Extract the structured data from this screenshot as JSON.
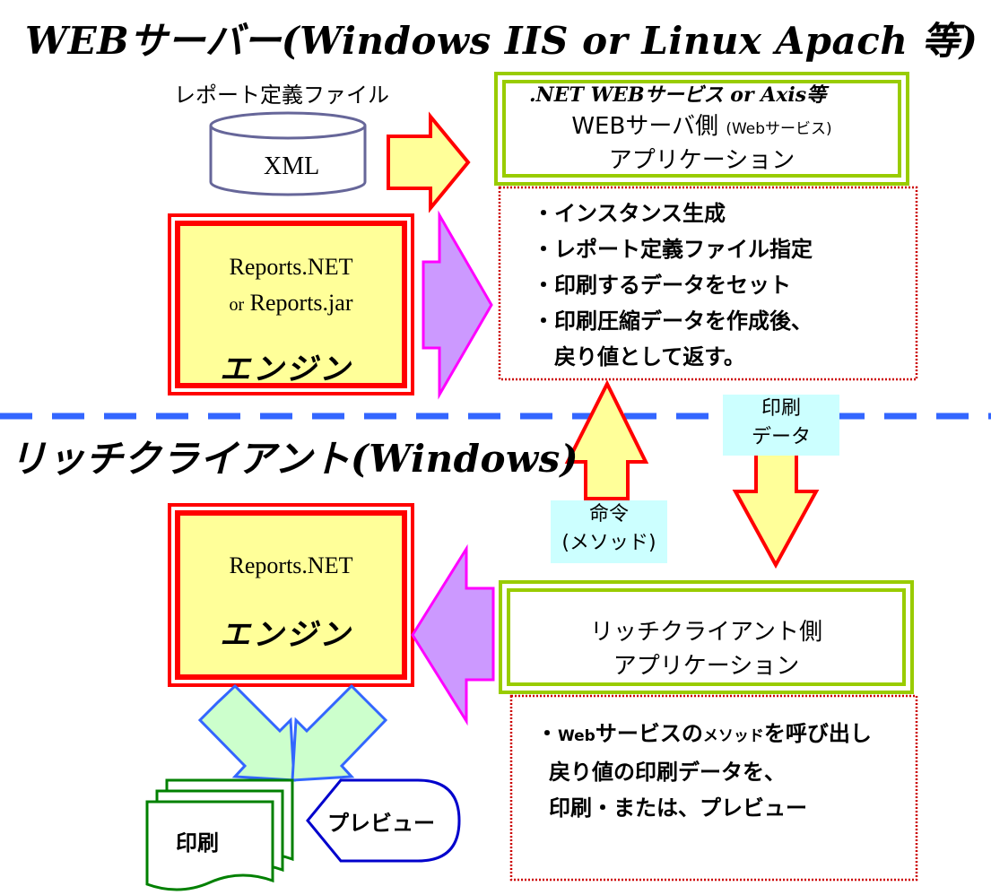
{
  "server_section": {
    "heading": "WEBサーバー(Windows IIS or Linux Apach 等)",
    "definition_file_label": "レポート定義ファイル",
    "database_label": "XML",
    "engine_line1": "Reports.NET",
    "engine_line2_small": "or",
    "engine_line2": "Reports.jar",
    "engine_label": "エンジン",
    "webservice_title": ".NET WEBサービス or Axis等",
    "app_line1": "WEBサーバ側",
    "app_line1_small": "(Webサービス)",
    "app_line2": "アプリケーション",
    "steps": [
      "・インスタンス生成",
      "・レポート定義ファイル指定",
      "・印刷するデータをセット",
      "・印刷圧縮データを作成後、",
      "　戻り値として返す。"
    ]
  },
  "client_section": {
    "heading": "リッチクライアント(Windows)",
    "engine_line1": "Reports.NET",
    "engine_label": "エンジン",
    "app_line1": "リッチクライアント側",
    "app_line2": "アプリケーション",
    "steps_prefix": "・",
    "steps_line1_small_a": "Web",
    "steps_line1_a": "サービスの",
    "steps_line1_small_b": "メソッド",
    "steps_line1_b": "を呼び出し",
    "steps_line2": "戻り値の印刷データを、",
    "steps_line3": "印刷・または、プレビュー",
    "print_label": "印刷",
    "preview_label": "プレビュー"
  },
  "connectors": {
    "command_line1": "命令",
    "command_line2": "(メソッド)",
    "data_line1": "印刷",
    "data_line2": "データ"
  }
}
